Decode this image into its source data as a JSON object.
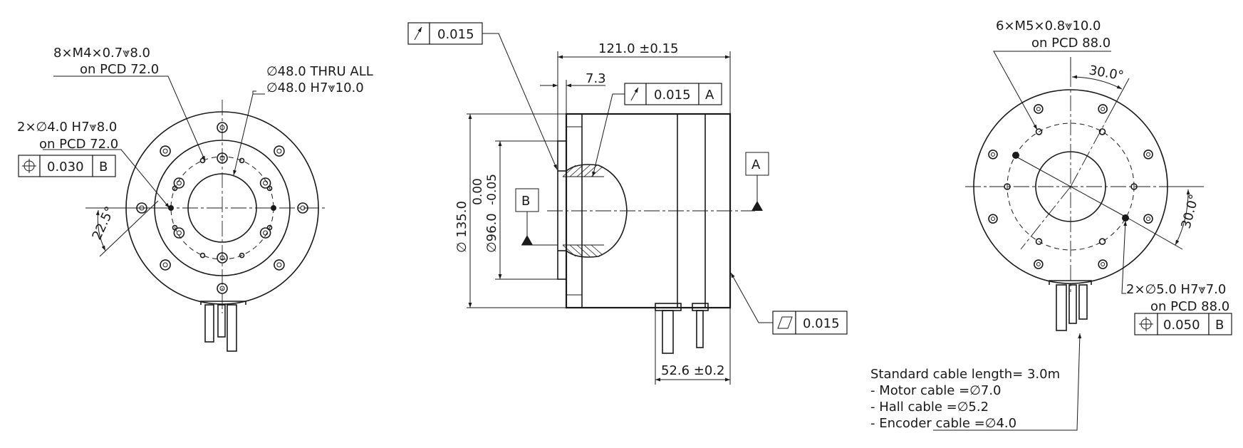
{
  "left_view": {
    "callout_m4_line1": "8×M4×0.7⩔8.0",
    "callout_m4_line2": "on PCD 72.0",
    "callout_bore_line1": "∅48.0 THRU ALL",
    "callout_bore_line2": "∅48.0 H7⩔10.0",
    "callout_pin_line1": "2×∅4.0 H7⩔8.0",
    "callout_pin_line2": "on PCD 72.0",
    "fcf_tolerance": "0.030",
    "fcf_datum": "B",
    "angle_label": "22.5°"
  },
  "middle_view": {
    "runout_top_value": "0.015",
    "runout_mid_value": "0.015",
    "runout_mid_datum": "A",
    "overall_length": "121.0 ±0.15",
    "flange_offset": "7.3",
    "diameter_outer": "∅ 135.0",
    "diameter_pilot": "∅96.0",
    "diameter_pilot_tol_upper": "0.00",
    "diameter_pilot_tol_lower": "-0.05",
    "datum_a_label": "A",
    "datum_b_label": "B",
    "flatness_value": "0.015",
    "cable_offset": "52.6 ±0.2"
  },
  "right_view": {
    "callout_m5_line1": "6×M5×0.8⩔10.0",
    "callout_m5_line2": "on PCD 88.0",
    "angle_top": "30.0°",
    "angle_right": "30.0°",
    "callout_pin_line1": "2×∅5.0 H7⩔7.0",
    "callout_pin_line2": "on PCD 88.0",
    "fcf_tolerance": "0.050",
    "fcf_datum": "B"
  },
  "cable_note": {
    "line1": "Standard cable length= 3.0m",
    "line2": "- Motor cable =∅7.0",
    "line3": "- Hall cable =∅5.2",
    "line4": "- Encoder cable =∅4.0"
  },
  "icons": [
    "position-symbol-icon",
    "runout-symbol-icon",
    "flatness-symbol-icon",
    "datum-triangle-icon"
  ]
}
